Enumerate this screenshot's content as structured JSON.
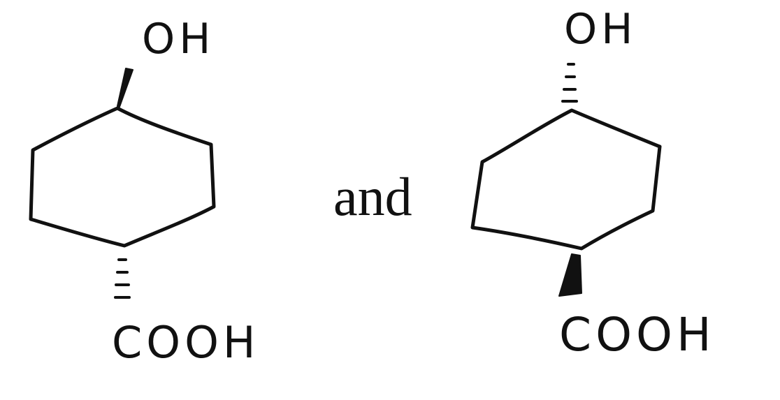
{
  "molecules": [
    {
      "top_group": "OH",
      "bottom_group": "COOH",
      "top_bond": "wedge",
      "bottom_bond": "hash"
    },
    {
      "top_group": "OH",
      "bottom_group": "COOH",
      "top_bond": "hash",
      "bottom_bond": "wedge"
    }
  ],
  "conjunction": "and",
  "colors": {
    "ink": "#111111",
    "background": "#ffffff"
  }
}
